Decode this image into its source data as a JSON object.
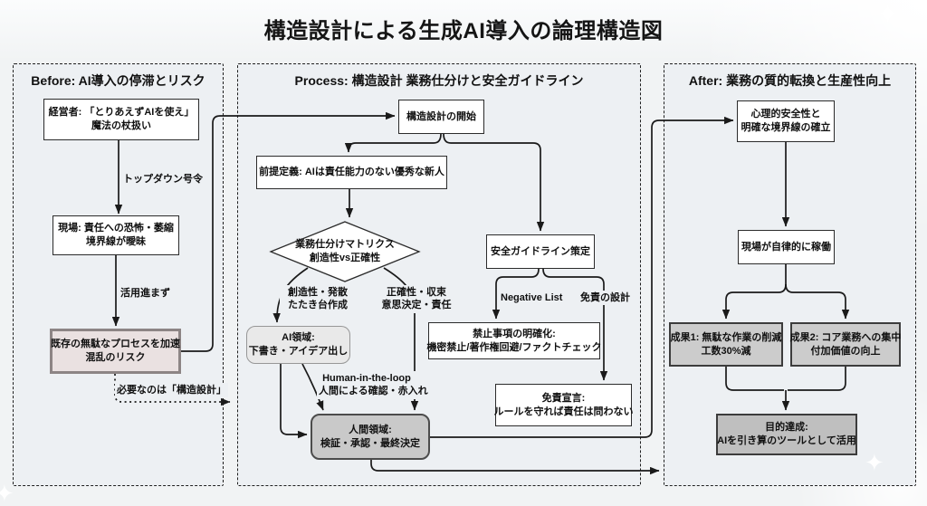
{
  "title": "構造設計による生成AI導入の論理構造図",
  "panels": {
    "before": {
      "title": "Before: AI導入の停滞とリスク"
    },
    "process": {
      "title": "Process: 構造設計 業務仕分けと安全ガイドライン"
    },
    "after": {
      "title": "After: 業務の質的転換と生産性向上"
    }
  },
  "nodes": {
    "executive": {
      "line1": "経営者: 「とりあえずAIを使え」",
      "line2": "魔法の杖扱い"
    },
    "field_fear": {
      "line1": "現場: 責任への恐怖・萎縮",
      "line2": "境界線が曖昧"
    },
    "legacy_risk": {
      "line1": "既存の無駄なプロセスを加速",
      "line2": "混乱のリスク"
    },
    "design_start": {
      "line1": "構造設計の開始"
    },
    "premise": {
      "line1": "前提定義: AIは責任能力のない優秀な新人"
    },
    "matrix": {
      "line1": "業務仕分けマトリクス",
      "line2": "創造性vs正確性"
    },
    "ai_domain": {
      "line1": "AI領域:",
      "line2": "下書き・アイデア出し"
    },
    "human_domain": {
      "line1": "人間領域:",
      "line2": "検証・承認・最終決定"
    },
    "guideline": {
      "line1": "安全ガイドライン策定"
    },
    "prohibition": {
      "line1": "禁止事項の明確化:",
      "line2": "機密禁止/著作権回避/ファクトチェック"
    },
    "disclaimer": {
      "line1": "免責宣言:",
      "line2": "ルールを守れば責任は問わない"
    },
    "psych_safety": {
      "line1": "心理的安全性と",
      "line2": "明確な境界線の確立"
    },
    "autonomous": {
      "line1": "現場が自律的に稼働"
    },
    "result1": {
      "line1": "成果1: 無駄な作業の削減",
      "line2": "工数30%減"
    },
    "result2": {
      "line1": "成果2: コア業務への集中",
      "line2": "付加価値の向上"
    },
    "goal": {
      "line1": "目的達成:",
      "line2": "AIを引き算のツールとして活用"
    }
  },
  "edge_labels": {
    "top_down": "トップダウン号令",
    "no_adoption": "活用進まず",
    "need_design": "必要なのは「構造設計」",
    "creative1": "創造性・発散",
    "creative2": "たたき台作成",
    "accuracy1": "正確性・収束",
    "accuracy2": "意思決定・責任",
    "hitl1": "Human-in-the-loop",
    "hitl2": "人間による確認・赤入れ",
    "negative_list": "Negative List",
    "disclaimer_design": "免責の設計"
  },
  "decor": {
    "sparkle": "✦"
  },
  "colors": {
    "page_bg": "#f1f3f4",
    "panel_bg": "#edf0f3",
    "panel_border": "#1f1f1f",
    "node_bg": "#ffffff",
    "node_border": "#2b2b2b",
    "risk_bg": "#eae1e1",
    "risk_border": "#8d8585",
    "ai_domain_bg": "#e9e9e9",
    "human_domain_bg": "#c9c9c9",
    "result_bg": "#cccccc",
    "goal_bg": "#bfbfbf",
    "edge": "#1a1a1a"
  }
}
